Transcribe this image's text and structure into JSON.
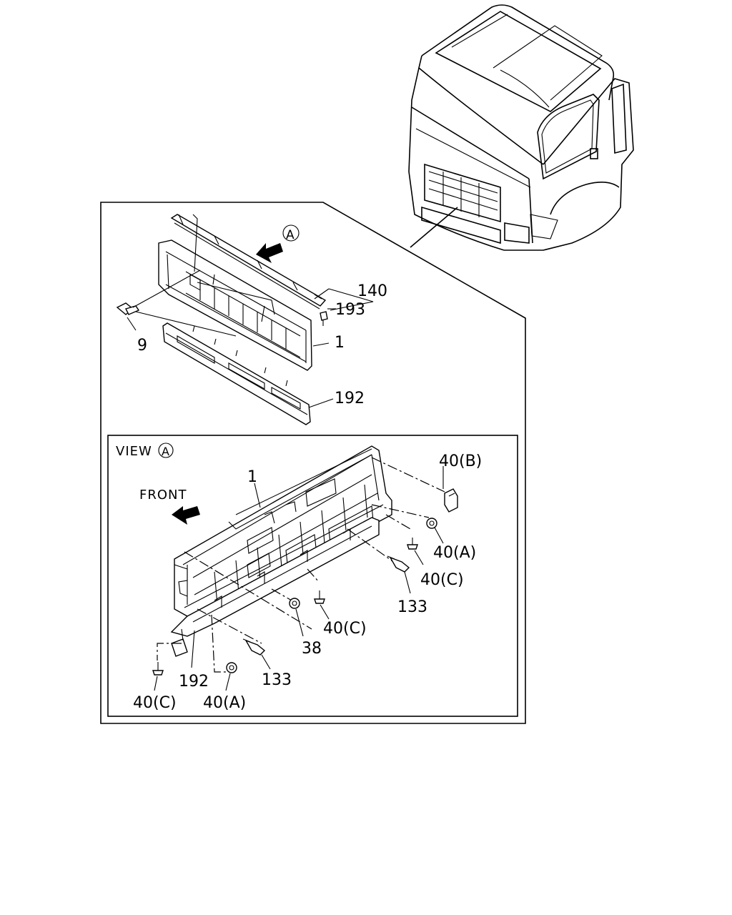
{
  "labels": {
    "p140": "140",
    "p193": "193",
    "p9": "9",
    "p1_top": "1",
    "p192_top": "192",
    "view_title": "VIEW",
    "view_marker": "A",
    "arrow_marker": "A",
    "front": "FRONT",
    "p1_view": "1",
    "p40b": "40(B)",
    "p40a_right": "40(A)",
    "p40c_right": "40(C)",
    "p133_right": "133",
    "p40c_mid": "40(C)",
    "p38": "38",
    "p133_bottom": "133",
    "p192_view": "192",
    "p40a_bottom": "40(A)",
    "p40c_bottom": "40(C)"
  }
}
